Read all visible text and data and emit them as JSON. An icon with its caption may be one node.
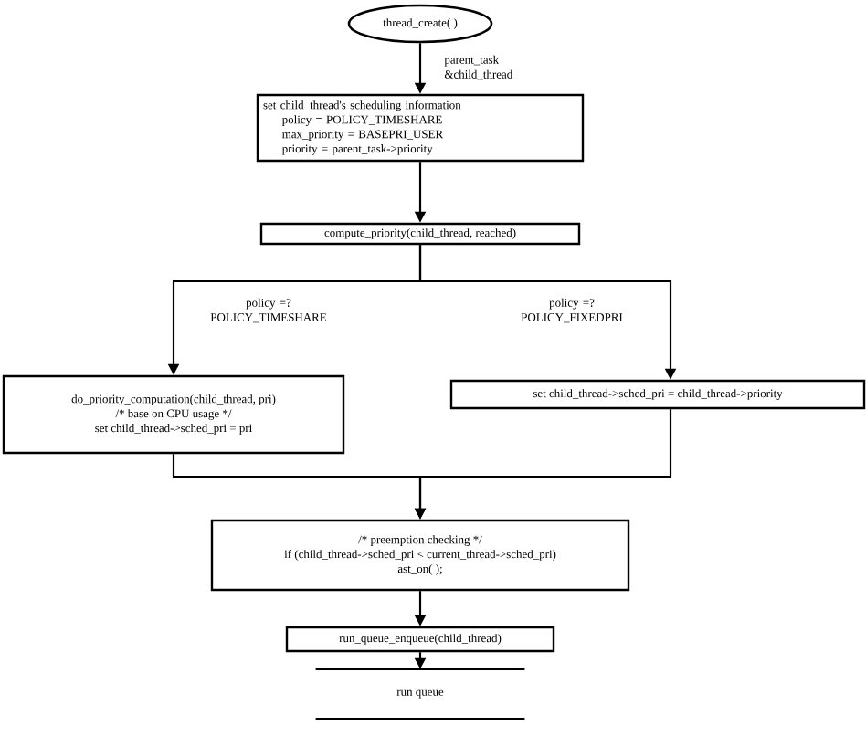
{
  "diagram": {
    "nodes": [
      {
        "text": [
          "thread_create( )"
        ]
      },
      {
        "text": [
          "set child_thread's scheduling information",
          "policy = POLICY_TIMESHARE",
          "max_priority = BASEPRI_USER",
          "priority = parent_task->priority"
        ]
      },
      {
        "text": [
          "compute_priority(child_thread, reached)"
        ]
      },
      {
        "text": [
          "do_priority_computation(child_thread, pri)",
          "/* base on CPU usage */",
          "set child_thread->sched_pri = pri"
        ]
      },
      {
        "text": [
          "set child_thread->sched_pri = child_thread->priority"
        ]
      },
      {
        "text": [
          "/* preemption checking */",
          "if (child_thread->sched_pri < current_thread->sched_pri)",
          "ast_on( );"
        ]
      },
      {
        "text": [
          "run_queue_enqueue(child_thread)"
        ]
      },
      {
        "text": [
          "run queue"
        ]
      }
    ],
    "edges": [
      {
        "from": 0,
        "to": 1,
        "arrow": "to",
        "label": "parent_task &child_thread"
      },
      {
        "from": 1,
        "to": 2,
        "arrow": "to"
      },
      {
        "from": 2,
        "to": 3,
        "arrow": "to",
        "label": "policy =? POLICY_TIMESHARE"
      },
      {
        "from": 2,
        "to": 4,
        "arrow": "to",
        "label": "policy =? POLICY_FIXEDPRI"
      },
      {
        "from": 3,
        "to": 5,
        "arrow": "to"
      },
      {
        "from": 4,
        "to": 5,
        "arrow": "to"
      },
      {
        "from": 5,
        "to": 6,
        "arrow": "to"
      },
      {
        "from": 6,
        "to": 7,
        "arrow": "to"
      }
    ]
  }
}
